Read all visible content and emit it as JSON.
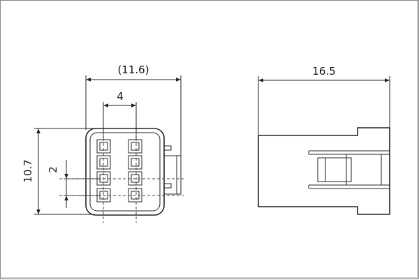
{
  "drawing": {
    "dimensions": {
      "overall_width": "(11.6)",
      "pin_pitch_horizontal": "4",
      "overall_height": "10.7",
      "pin_pitch_vertical": "2",
      "length": "16.5"
    },
    "pin_rows": 4,
    "pin_columns": 2
  }
}
